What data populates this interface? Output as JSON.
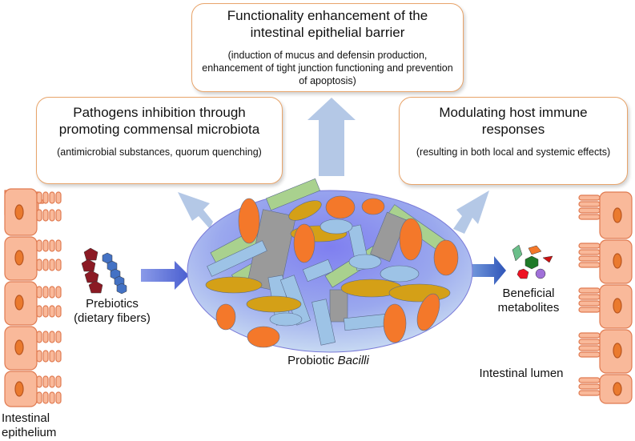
{
  "boxes": {
    "top": {
      "title": "Functionality enhancement of the intestinal epithelial barrier",
      "subtitle": "(induction of mucus and defensin production, enhancement of tight junction functioning and prevention of apoptosis)"
    },
    "left": {
      "title": "Pathogens inhibition through promoting commensal microbiota",
      "subtitle": "(antimicrobial substances, quorum quenching)"
    },
    "right": {
      "title": "Modulating host immune responses",
      "subtitle": "(resulting in both local and systemic effects)"
    }
  },
  "labels": {
    "prebiotics": "Prebiotics (dietary fibers)",
    "probiotic_prefix": "Probiotic ",
    "probiotic_italic": "Bacilli",
    "metabolites": "Beneficial metabolites",
    "lumen": "Intestinal lumen",
    "epithelium": "Intestinal epithelium"
  },
  "colors": {
    "box_border": "#e8a46a",
    "arrow_light": "#b4c8e6",
    "arrow_dark": "#5a6fd6",
    "cell_fill": "#f9b99a",
    "cell_border": "#e07a50",
    "nucleus": "#ea7a2e",
    "rod_orange": "#f4782a",
    "rod_gold": "#d4a017",
    "rod_green": "#a9d18e",
    "rod_blue": "#9dc3e6",
    "rod_grey": "#9a9a9a",
    "prebiotic_red": "#8b1a24",
    "prebiotic_blue": "#4472c4"
  }
}
